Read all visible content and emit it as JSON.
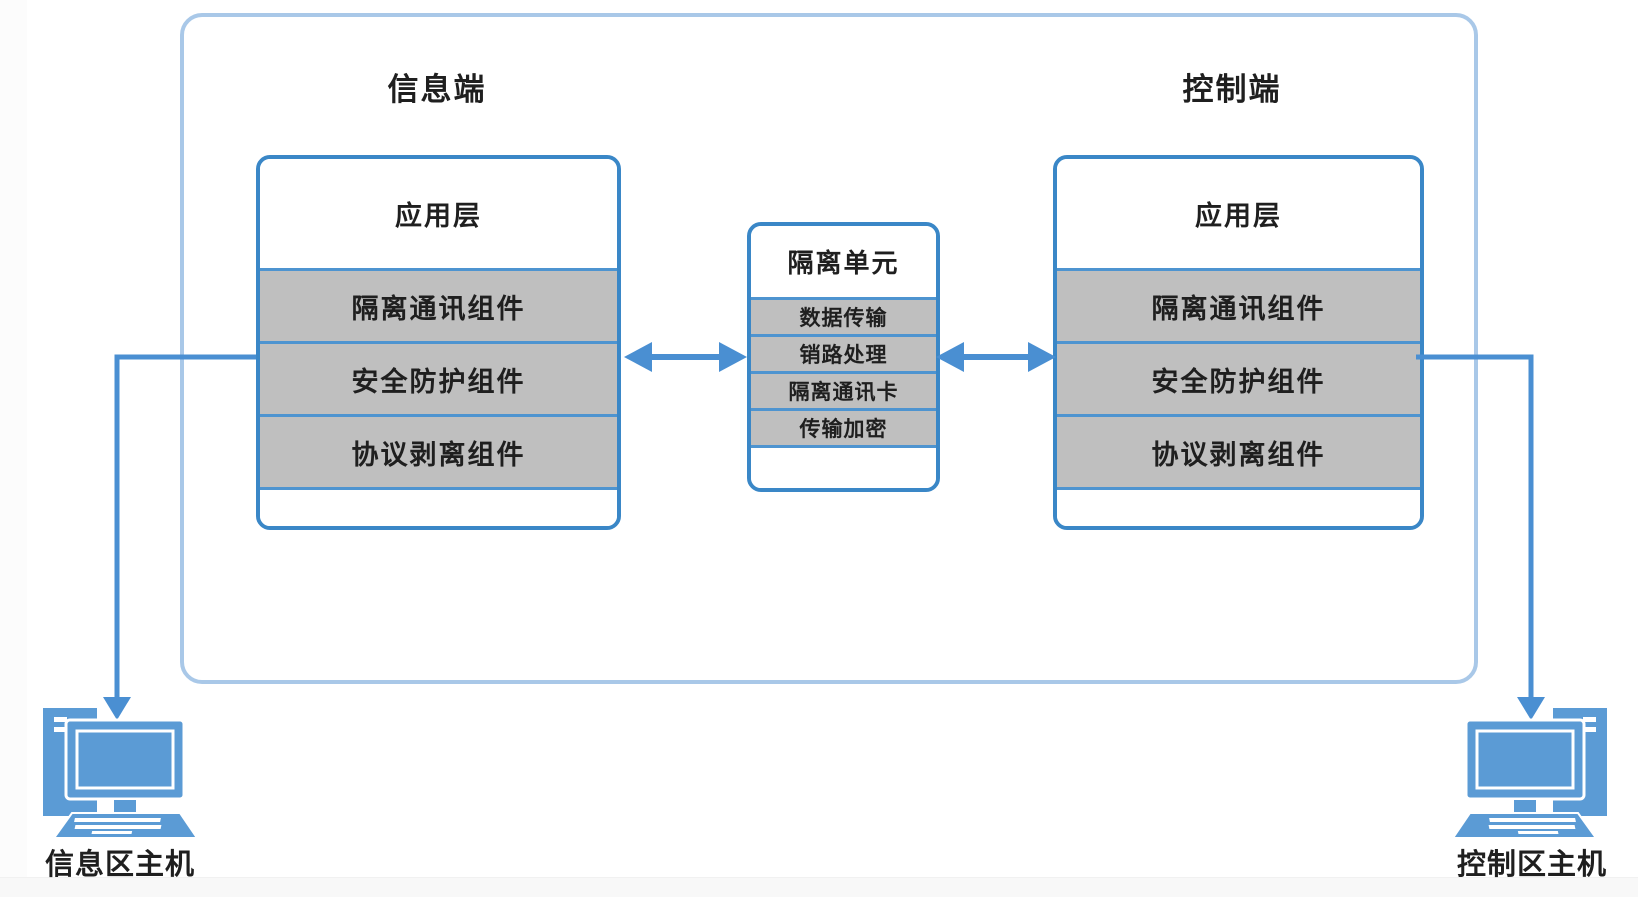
{
  "diagram": {
    "sections": {
      "left_label": "信息端",
      "right_label": "控制端"
    },
    "left_box": {
      "title": "应用层",
      "rows": [
        "隔离通讯组件",
        "安全防护组件",
        "协议剥离组件"
      ]
    },
    "middle_box": {
      "title": "隔离单元",
      "rows": [
        "数据传输",
        "销路处理",
        "隔离通讯卡",
        "传输加密"
      ]
    },
    "right_box": {
      "title": "应用层",
      "rows": [
        "隔离通讯组件",
        "安全防护组件",
        "协议剥离组件"
      ]
    },
    "hosts": {
      "left_label": "信息区主机",
      "right_label": "控制区主机"
    },
    "colors": {
      "outer_border": "#a9c8e8",
      "box_border": "#3a87c7",
      "row_separator": "#4e94d0",
      "row_fill": "#bfbfbf",
      "arrow_blue": "#4a8fd2",
      "computer_blue": "#5b9bd5",
      "text": "#1f1f1f"
    }
  }
}
